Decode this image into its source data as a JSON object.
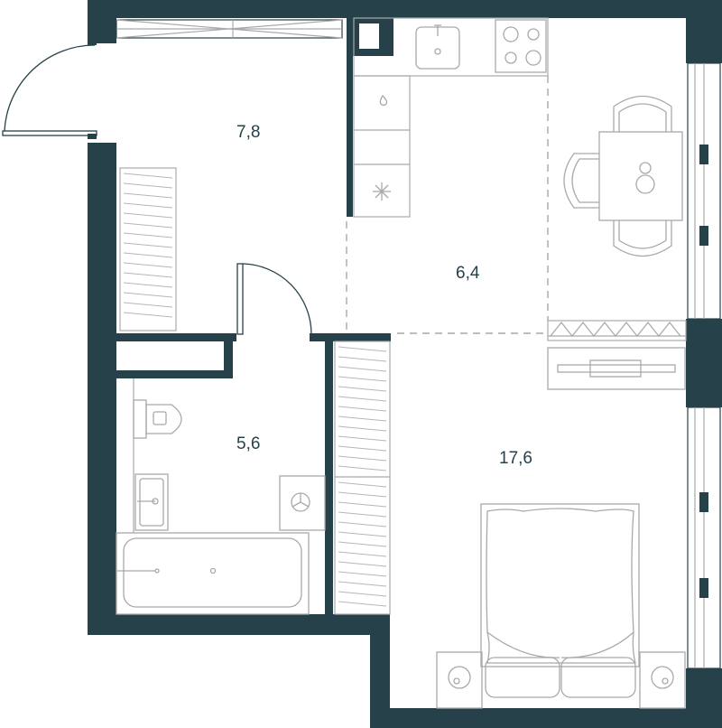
{
  "colors": {
    "wall": "#27414a",
    "furniture_line": "#a9a9a9",
    "background": "#ffffff"
  },
  "rooms": [
    {
      "id": "hall",
      "area": "7,8"
    },
    {
      "id": "kitchen",
      "area": "6,4"
    },
    {
      "id": "bathroom",
      "area": "5,6"
    },
    {
      "id": "living",
      "area": "17,6"
    }
  ],
  "icons": {
    "stove": "stove-icon",
    "sink": "kitchen-sink-icon",
    "fridge": "freezer-icon",
    "washer": "washing-machine-icon",
    "toilet": "toilet-icon",
    "bathtub": "bathtub-icon",
    "bed": "double-bed-icon"
  }
}
